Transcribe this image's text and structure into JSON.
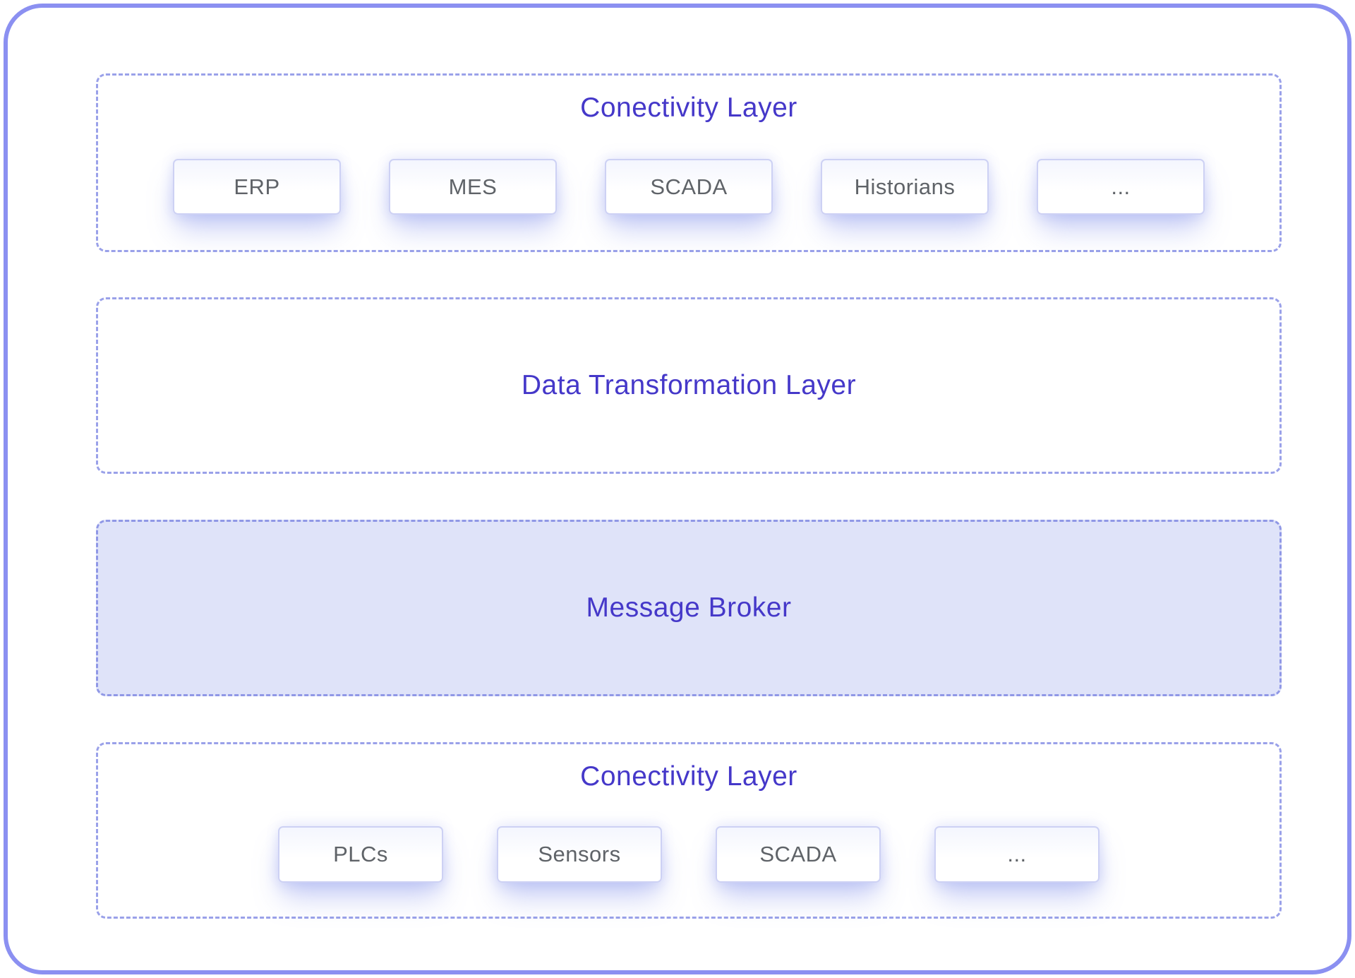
{
  "layers": {
    "top": {
      "title": "Conectivity Layer",
      "boxes": [
        "ERP",
        "MES",
        "SCADA",
        "Historians",
        "..."
      ]
    },
    "transformation": {
      "title": "Data Transformation Layer"
    },
    "broker": {
      "title": "Message Broker"
    },
    "bottom": {
      "title": "Conectivity Layer",
      "boxes": [
        "PLCs",
        "Sensors",
        "SCADA",
        "..."
      ]
    }
  },
  "colors": {
    "frame_border": "#8b90f1",
    "dashed_border": "#9aa1e9",
    "title_text": "#4538c9",
    "box_border": "#cdd1f4",
    "box_text": "#5f6368",
    "broker_fill": "#dfe3f9"
  }
}
